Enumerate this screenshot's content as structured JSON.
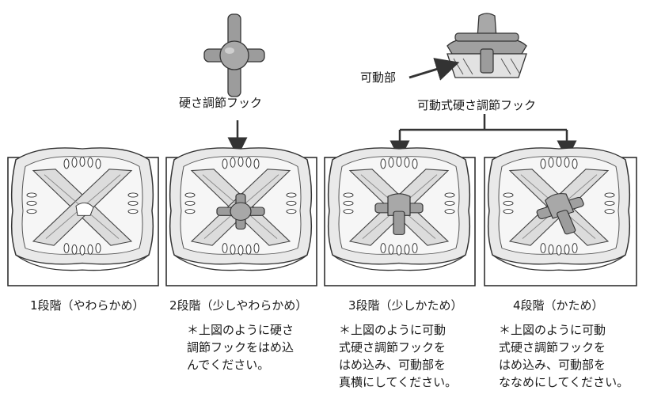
{
  "top": {
    "hook_label": "硬さ調節フック",
    "movable_hook_label": "可動式硬さ調節フック",
    "movable_part_label": "可動部"
  },
  "steps": [
    {
      "label": "1段階（やわらかめ）"
    },
    {
      "label": "2段階（少しやわらかめ）"
    },
    {
      "label": "3段階（少しかため）"
    },
    {
      "label": "4段階（かため）"
    }
  ],
  "notes": [
    "＊上図のように硬さ\n調節フックをはめ込\nんでください。",
    "＊上図のように可動\n式硬さ調節フックを\nはめ込み、可動部を\n真横にしてください。",
    "＊上図のように可動\n式硬さ調節フックを\nはめ込み、可動部を\nななめにしてください。"
  ]
}
